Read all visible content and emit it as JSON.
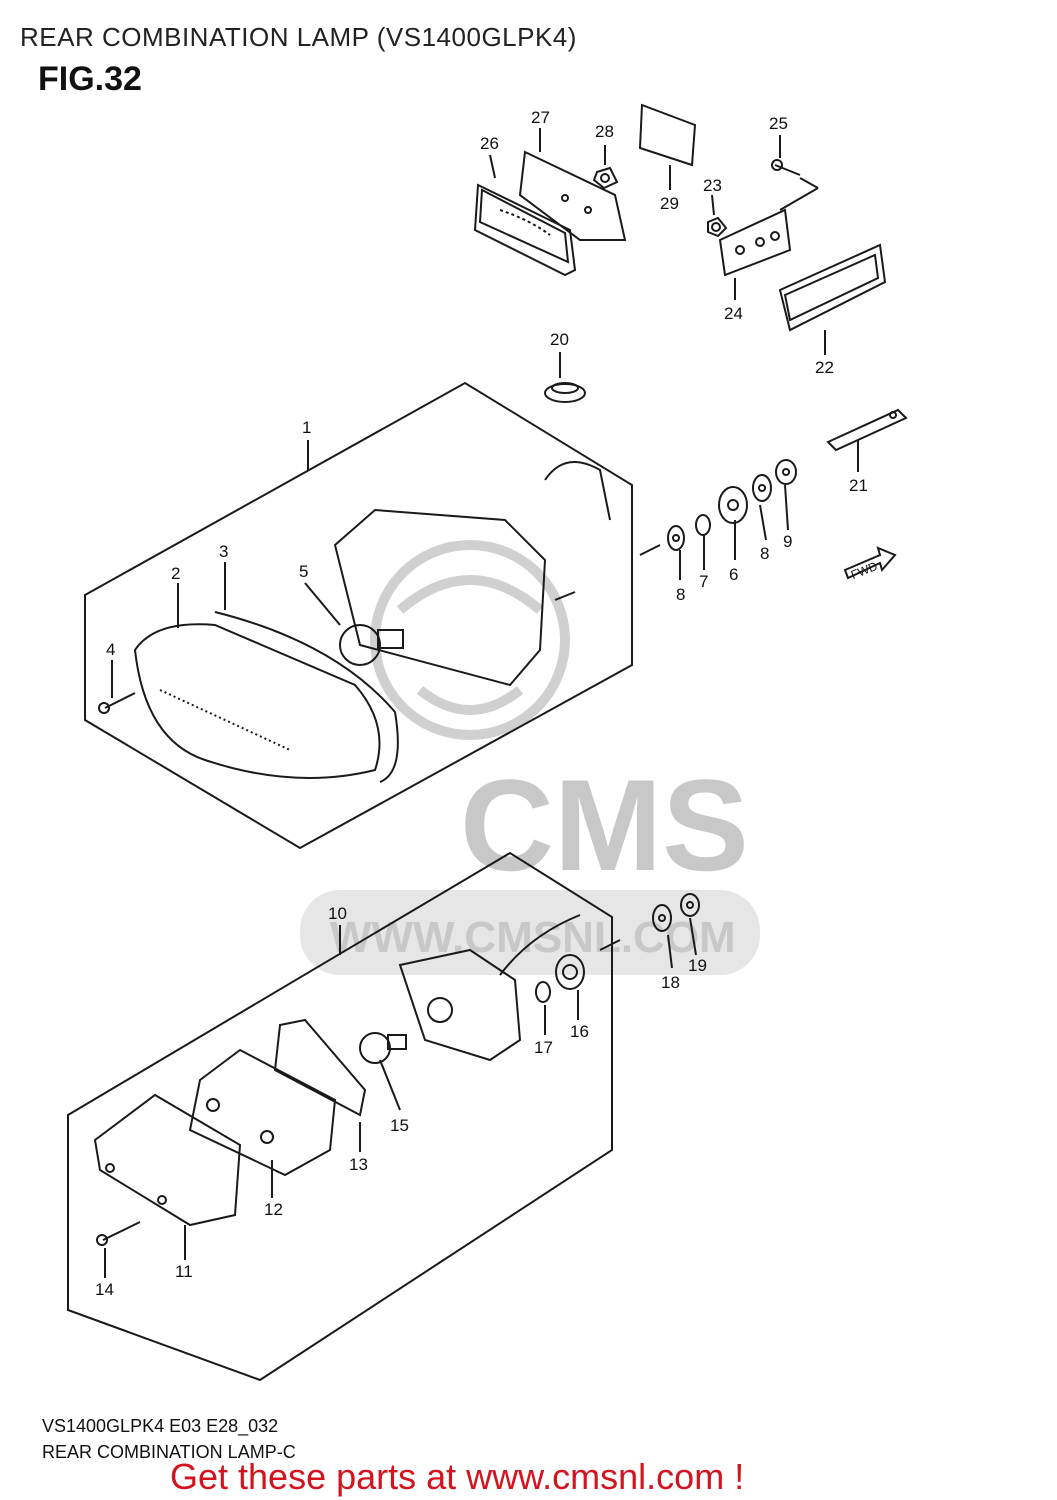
{
  "header": {
    "title": "REAR COMBINATION LAMP (VS1400GLPK4)",
    "figure": "FIG.32"
  },
  "callouts": {
    "c1": "1",
    "c2": "2",
    "c3": "3",
    "c4": "4",
    "c5": "5",
    "c6": "6",
    "c7": "7",
    "c8a": "8",
    "c8b": "8",
    "c9": "9",
    "c10": "10",
    "c11": "11",
    "c12": "12",
    "c13": "13",
    "c14": "14",
    "c15": "15",
    "c16": "16",
    "c17": "17",
    "c18": "18",
    "c19": "19",
    "c20": "20",
    "c21": "21",
    "c22": "22",
    "c23": "23",
    "c24": "24",
    "c25": "25",
    "c26": "26",
    "c27": "27",
    "c28": "28",
    "c29": "29"
  },
  "fwd_label": "FWD",
  "watermark": {
    "brand": "CMS",
    "url": "WWW.CMSNL.COM"
  },
  "footer": {
    "code": "VS1400GLPK4 E03 E28_032",
    "name": "REAR COMBINATION LAMP-C",
    "cta": "Get these parts at www.cmsnl.com !"
  },
  "colors": {
    "line": "#1a1a1a",
    "cta": "#d3141e",
    "watermark": "#c8c8c8"
  }
}
